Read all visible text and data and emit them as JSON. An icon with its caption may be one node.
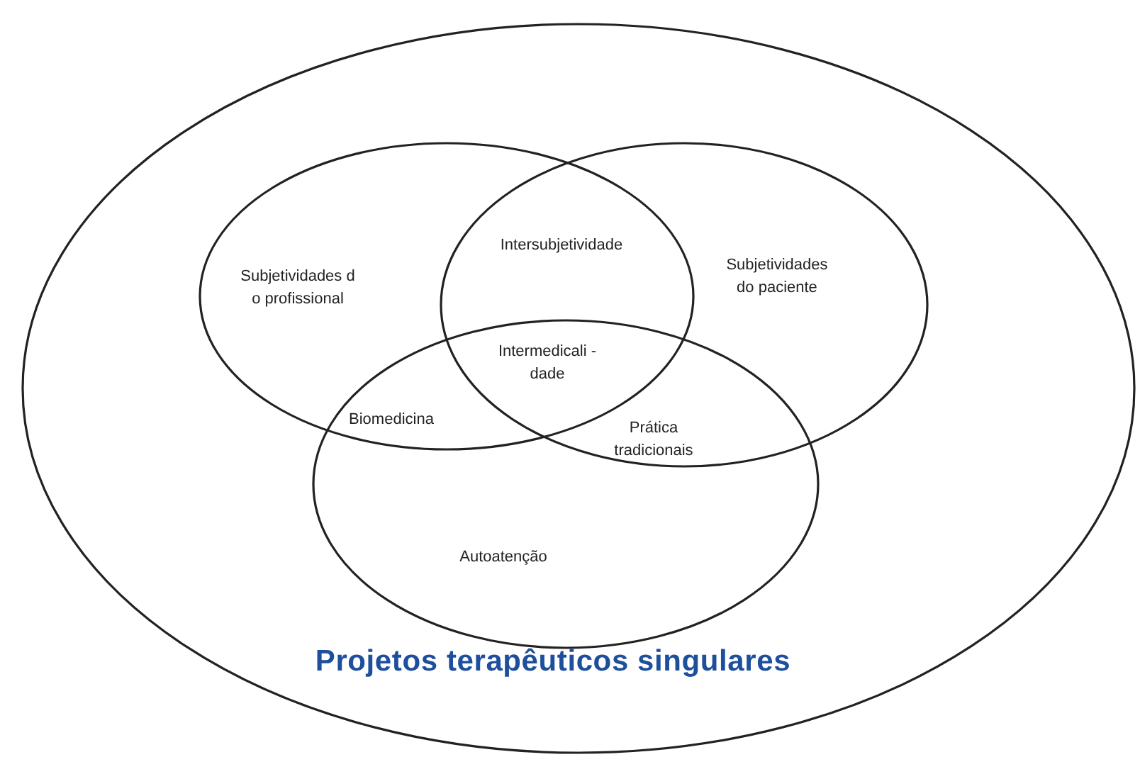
{
  "diagram": {
    "nodes": [
      {
        "text": [
          "Projetos terapêuticos singulares"
        ]
      },
      {
        "text": [
          "Subjetividades d o profissional"
        ],
        "in": 0
      },
      {
        "text": [
          "Subjetividades do paciente"
        ],
        "in": 0
      },
      {
        "text": [
          "Autoatenção"
        ],
        "in": 0
      }
    ],
    "labels": [
      "Intersubjetividade",
      "Intermedicali - dade",
      "Biomedicina",
      "Prática tradicionais"
    ]
  }
}
